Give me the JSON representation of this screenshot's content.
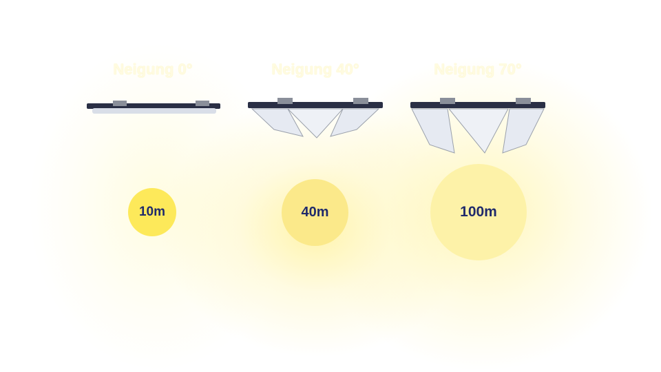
{
  "panels": [
    {
      "heading": "Neigung 0°",
      "distance": "10m",
      "color": "#fde95a"
    },
    {
      "heading": "Neigung 40°",
      "distance": "40m",
      "color": "#fbe98a"
    },
    {
      "heading": "Neigung 70°",
      "distance": "100m",
      "color": "#fdf2a8"
    }
  ]
}
